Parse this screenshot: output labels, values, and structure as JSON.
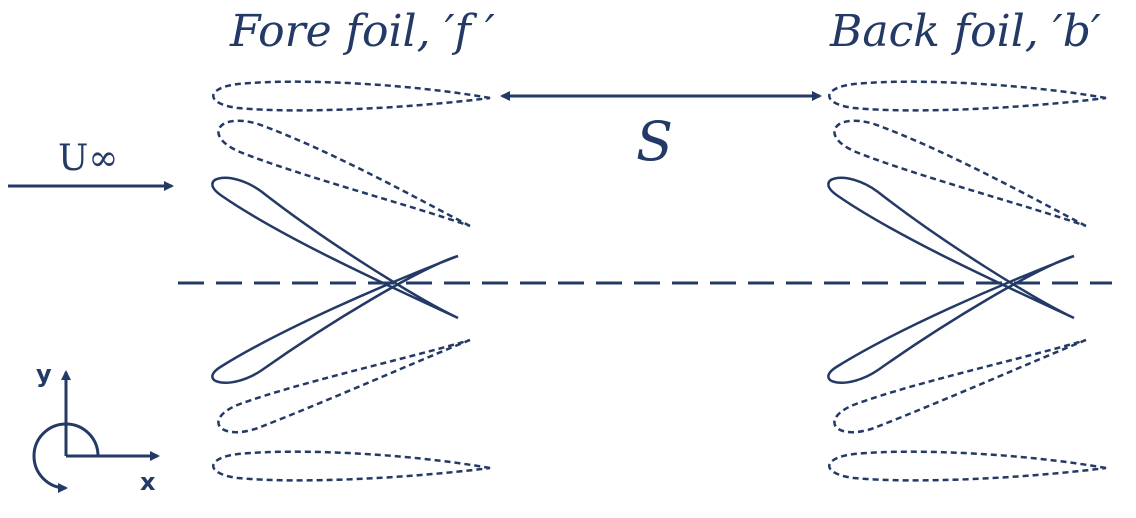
{
  "labels": {
    "fore_foil": "Fore foil, ′f ′",
    "back_foil": "Back foil, ′b′",
    "freestream": "U∞",
    "spacing": "S",
    "y_axis": "y",
    "x_axis": "x"
  },
  "colors": {
    "line": "#243a66",
    "background": "#ffffff"
  }
}
